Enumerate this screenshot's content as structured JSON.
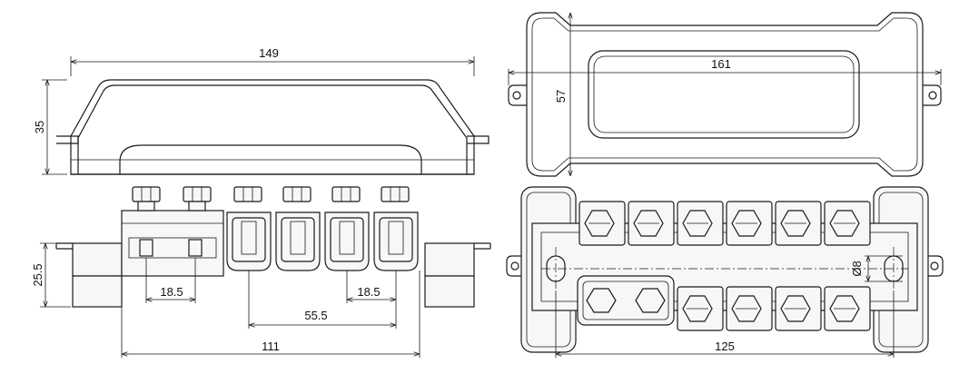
{
  "dimensions": {
    "side_width": "149",
    "side_height": "35",
    "front_height": "25.5",
    "pitch_left": "18.5",
    "pitch_right": "18.5",
    "span_clamps": "55.5",
    "front_width": "111",
    "top_length": "161",
    "top_width": "57",
    "bottom_hole": "Ø8",
    "bottom_length": "125"
  }
}
